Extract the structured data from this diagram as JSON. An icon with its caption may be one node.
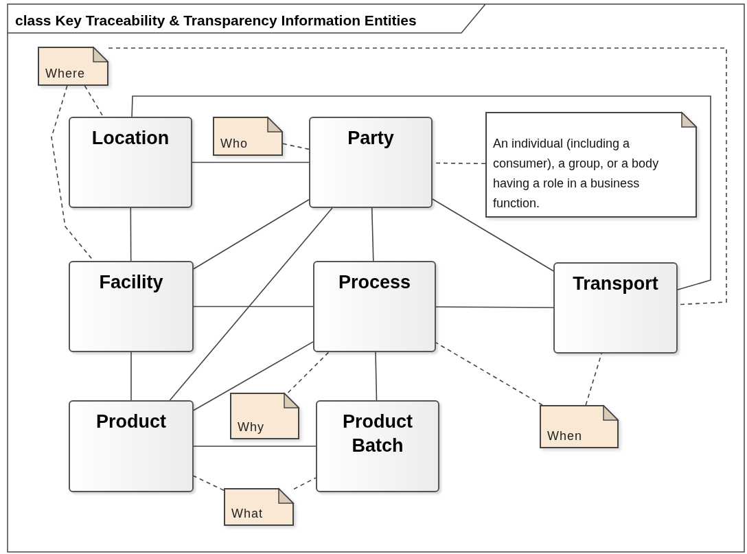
{
  "diagram": {
    "title": "class Key Traceability & Transparency Information Entities",
    "nodes": [
      {
        "text": [
          "Location"
        ]
      },
      {
        "text": [
          "Party"
        ]
      },
      {
        "text": [
          "Facility"
        ]
      },
      {
        "text": [
          "Process"
        ]
      },
      {
        "text": [
          "Transport"
        ]
      },
      {
        "text": [
          "Product"
        ]
      },
      {
        "text": [
          "Product Batch"
        ]
      },
      {
        "text": [
          "Where"
        ]
      },
      {
        "text": [
          "Who"
        ]
      },
      {
        "text": [
          "An individual (including a consumer), a group, or a body having a role in a business function."
        ]
      },
      {
        "text": [
          "Why"
        ]
      },
      {
        "text": [
          "When"
        ]
      },
      {
        "text": [
          "What"
        ]
      }
    ],
    "edges": [
      {
        "from": 0,
        "to": 1,
        "arrow": "none"
      },
      {
        "from": 0,
        "to": 2,
        "arrow": "none"
      },
      {
        "from": 0,
        "to": 4,
        "arrow": "none"
      },
      {
        "from": 1,
        "to": 2,
        "arrow": "none"
      },
      {
        "from": 1,
        "to": 5,
        "arrow": "none"
      },
      {
        "from": 1,
        "to": 3,
        "arrow": "none"
      },
      {
        "from": 1,
        "to": 4,
        "arrow": "none"
      },
      {
        "from": 2,
        "to": 3,
        "arrow": "none"
      },
      {
        "from": 2,
        "to": 5,
        "arrow": "none"
      },
      {
        "from": 3,
        "to": 4,
        "arrow": "none"
      },
      {
        "from": 3,
        "to": 5,
        "arrow": "none"
      },
      {
        "from": 3,
        "to": 6,
        "arrow": "none"
      },
      {
        "from": 5,
        "to": 6,
        "arrow": "none"
      },
      {
        "from": 7,
        "to": 0,
        "arrow": "none",
        "style": "dashed"
      },
      {
        "from": 7,
        "to": 2,
        "arrow": "none",
        "style": "dashed"
      },
      {
        "from": 7,
        "to": 4,
        "arrow": "none",
        "style": "dashed"
      },
      {
        "from": 8,
        "to": 1,
        "arrow": "none",
        "style": "dashed"
      },
      {
        "from": 9,
        "to": 1,
        "arrow": "none",
        "style": "dashed"
      },
      {
        "from": 10,
        "to": 3,
        "arrow": "none",
        "style": "dashed"
      },
      {
        "from": 11,
        "to": 3,
        "arrow": "none",
        "style": "dashed"
      },
      {
        "from": 11,
        "to": 4,
        "arrow": "none",
        "style": "dashed"
      },
      {
        "from": 12,
        "to": 5,
        "arrow": "none",
        "style": "dashed"
      },
      {
        "from": 12,
        "to": 6,
        "arrow": "none",
        "style": "dashed"
      }
    ]
  }
}
